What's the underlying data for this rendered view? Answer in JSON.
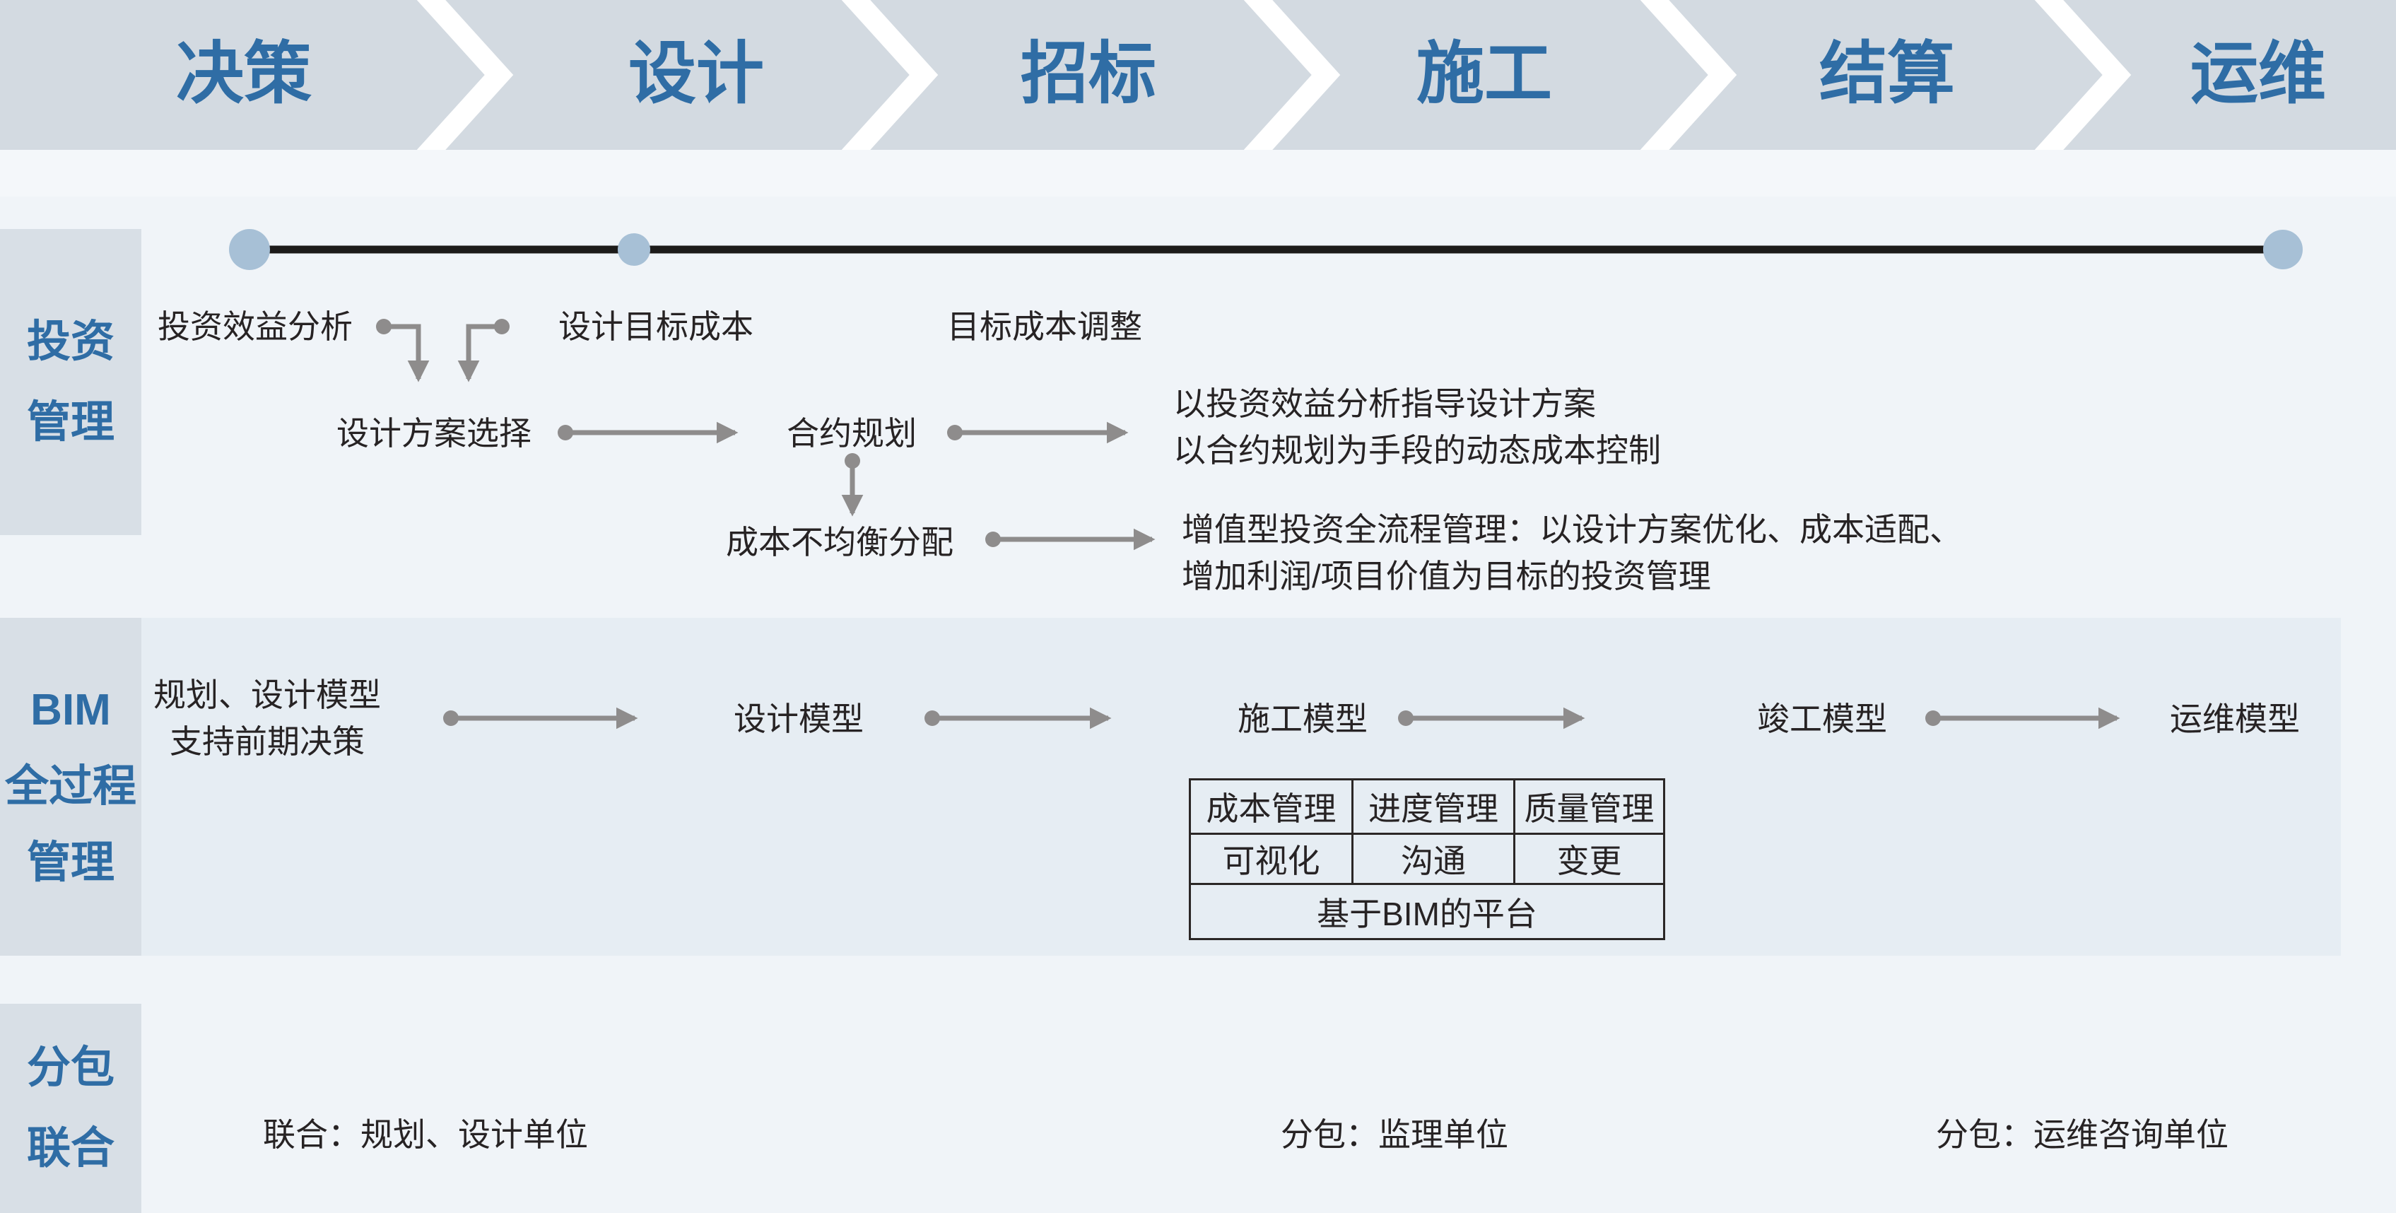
{
  "stages": [
    "决策",
    "设计",
    "招标",
    "施工",
    "结算",
    "运维"
  ],
  "sidebar": {
    "investment": [
      "投资",
      "管理"
    ],
    "bim": [
      "BIM",
      "全过程",
      "管理"
    ],
    "subcontract": [
      "分包",
      "联合"
    ]
  },
  "investment_row": {
    "benefit_analysis": "投资效益分析",
    "design_target_cost": "设计目标成本",
    "target_cost_adjust": "目标成本调整",
    "design_scheme_select": "设计方案选择",
    "contract_planning": "合约规划",
    "cost_unbalanced": "成本不均衡分配",
    "note1_line1": "以投资效益分析指导设计方案",
    "note1_line2": "以合约规划为手段的动态成本控制",
    "note2_line1": "增值型投资全流程管理：以设计方案优化、成本适配、",
    "note2_line2": "增加利润/项目价值为目标的投资管理"
  },
  "bim_row": {
    "early_model_line1": "规划、设计模型",
    "early_model_line2": "支持前期决策",
    "design_model": "设计模型",
    "construction_model": "施工模型",
    "completion_model": "竣工模型",
    "operation_model": "运维模型",
    "table": {
      "row1": [
        "成本管理",
        "进度管理",
        "质量管理"
      ],
      "row2": [
        "可视化",
        "沟通",
        "变更"
      ],
      "row3": "基于BIM的平台"
    }
  },
  "subcontract_row": {
    "joint": "联合：规划、设计单位",
    "supervision": "分包：监理单位",
    "operation": "分包：运维咨询单位"
  },
  "colors": {
    "stage_bar_bg": "#d3dae1",
    "stage_text_blue": "#2f6da5",
    "sidebar_bg": "#d8dfe6",
    "bim_band_bg": "#e6edf3",
    "page_bg": "#f0f4f8",
    "timeline_black": "#1d1b1a",
    "timeline_dot": "#a7c0d6",
    "arrow_gray": "#8e8c8c",
    "text_black": "#272324"
  }
}
